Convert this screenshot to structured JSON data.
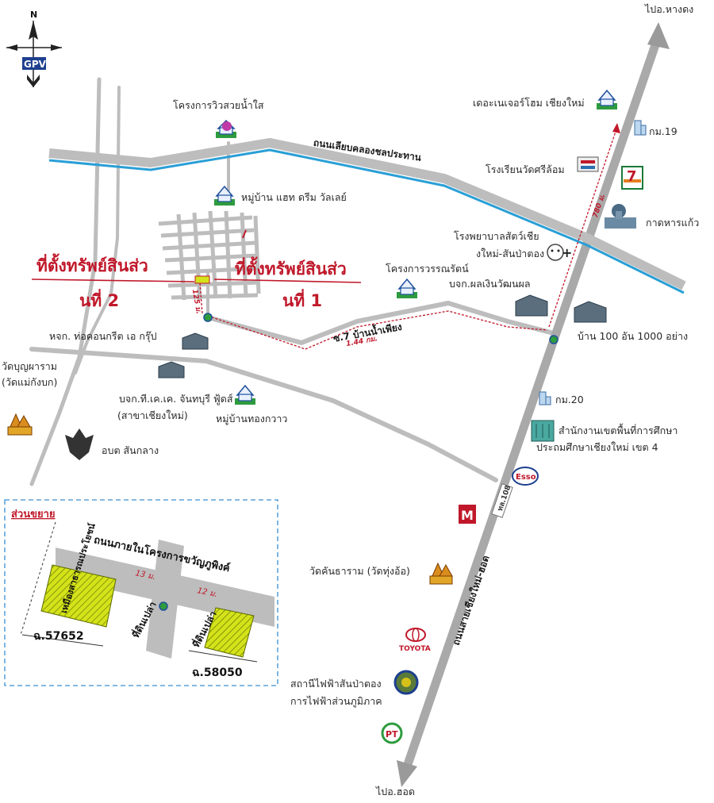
{
  "compass": {
    "north": "N",
    "brand": "GPV"
  },
  "directions": {
    "top": "ไปอ.หางดง",
    "bottom": "ไปอ.ฮอด"
  },
  "roads": {
    "canal_road": "ถนนเลียบคลองชลประทาน",
    "soi7": "ซ.7 บ้านน้ำเพียง",
    "soi7_distance": "1.44 กม.",
    "main_highway": "ถนนสายเชียงใหม่-ฮอด",
    "highway_number": "ทล.108",
    "dist_780": "780 ม.",
    "dist_125": "125 ม."
  },
  "property": {
    "label": "ที่ตั้งทรัพย์สินส่ว",
    "no1": "นที่ 1",
    "no2": "นที่ 2"
  },
  "km_markers": {
    "km19": "กม.19",
    "km20": "กม.20"
  },
  "landmarks": {
    "view_project": "โครงการวิวสวยน้ำใส",
    "hot_dream": "หมู่บ้าน แฮท ดรีม วัลเลย์",
    "nature_home": "เดอะเนเจอร์โฮม เชียงใหม่",
    "school": "โรงเรียนวัดศรีล้อม",
    "seven_eleven": "7",
    "kad_han_kaew": "กาดหารแก้ว",
    "vet_hospital_1": "โรงพยาบาลสัตว์เชีย",
    "vet_hospital_2": "งใหม่-สันป่าตอง",
    "wannarat": "โครงการวรรณรัตน์",
    "ngern_wattana": "บจก.ผลเงินวัฒนผล",
    "ban_100": "บ้าน 100 อัน 1000 อย่าง",
    "concrete": "หจก. ท่อคอนกรีต เอ กรุ๊ป",
    "wat_bunyaram_1": "วัดบุญผาราม",
    "wat_bunyaram_2": "(วัดแม่กังบก)",
    "thai_cc_1": "บจก.ที.เค.เค. จันทบุรี ฟู้ดส์",
    "thai_cc_2": "(สาขาเชียงใหม่)",
    "thong_kwao": "หมู่บ้านทองกวาว",
    "obt": "อบต สันกลาง",
    "edu_office_1": "สำนักงานเขตพื้นที่การศึกษา",
    "edu_office_2": "ประถมศึกษาเชียงใหม่ เขต 4",
    "esso": "Esso",
    "wat_kan": "วัดคันธาราม (วัดทุ่งอ้อ)",
    "toyota": "TOYOTA",
    "pea_1": "สถานีไฟฟ้าสันป่าตอง",
    "pea_2": "การไฟฟ้าส่วนภูมิภาค",
    "pt": "PT"
  },
  "inset": {
    "title": "ส่วนขยาย",
    "road": "ถนนภายในโครงการขวัญภูพิงค์",
    "public_land": "เหมืองสาธารณประโยชน์",
    "width_13": "13 ม.",
    "width_12": "12 ม.",
    "empty_lot_1": "ที่ดินเปล่า",
    "empty_lot_2": "ที่ดินเปล่า",
    "deed_1": "ฉ.57652",
    "deed_2": "ฉ.58050"
  },
  "colors": {
    "canal": "#2a9fd6",
    "road": "#b9b9b9",
    "route": "#c0182a",
    "property_fill": "#d4e21a",
    "inset_border": "#3a8fd0"
  }
}
